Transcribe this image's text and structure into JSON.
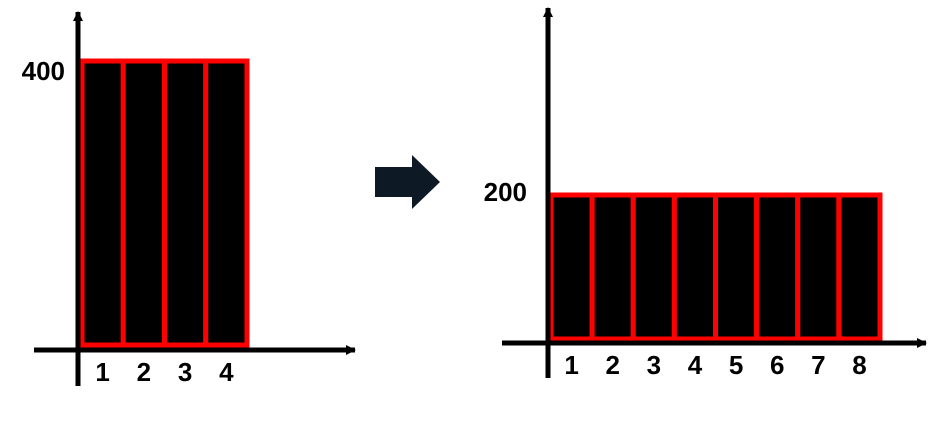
{
  "chart_data": [
    {
      "type": "bar",
      "categories": [
        "1",
        "2",
        "3",
        "4"
      ],
      "values": [
        400,
        400,
        400,
        400
      ],
      "ytick_labels": [
        "400"
      ],
      "bar_fill": "#000000",
      "bar_outline": "#ff0000",
      "grid": false,
      "legend": false
    },
    {
      "type": "bar",
      "categories": [
        "1",
        "2",
        "3",
        "4",
        "5",
        "6",
        "7",
        "8"
      ],
      "values": [
        200,
        200,
        200,
        200,
        200,
        200,
        200,
        200
      ],
      "ytick_labels": [
        "200"
      ],
      "bar_fill": "#000000",
      "bar_outline": "#ff0000",
      "grid": false,
      "legend": false
    }
  ],
  "arrow": {
    "icon": "arrow-right-icon",
    "color": "#0d1a26"
  }
}
